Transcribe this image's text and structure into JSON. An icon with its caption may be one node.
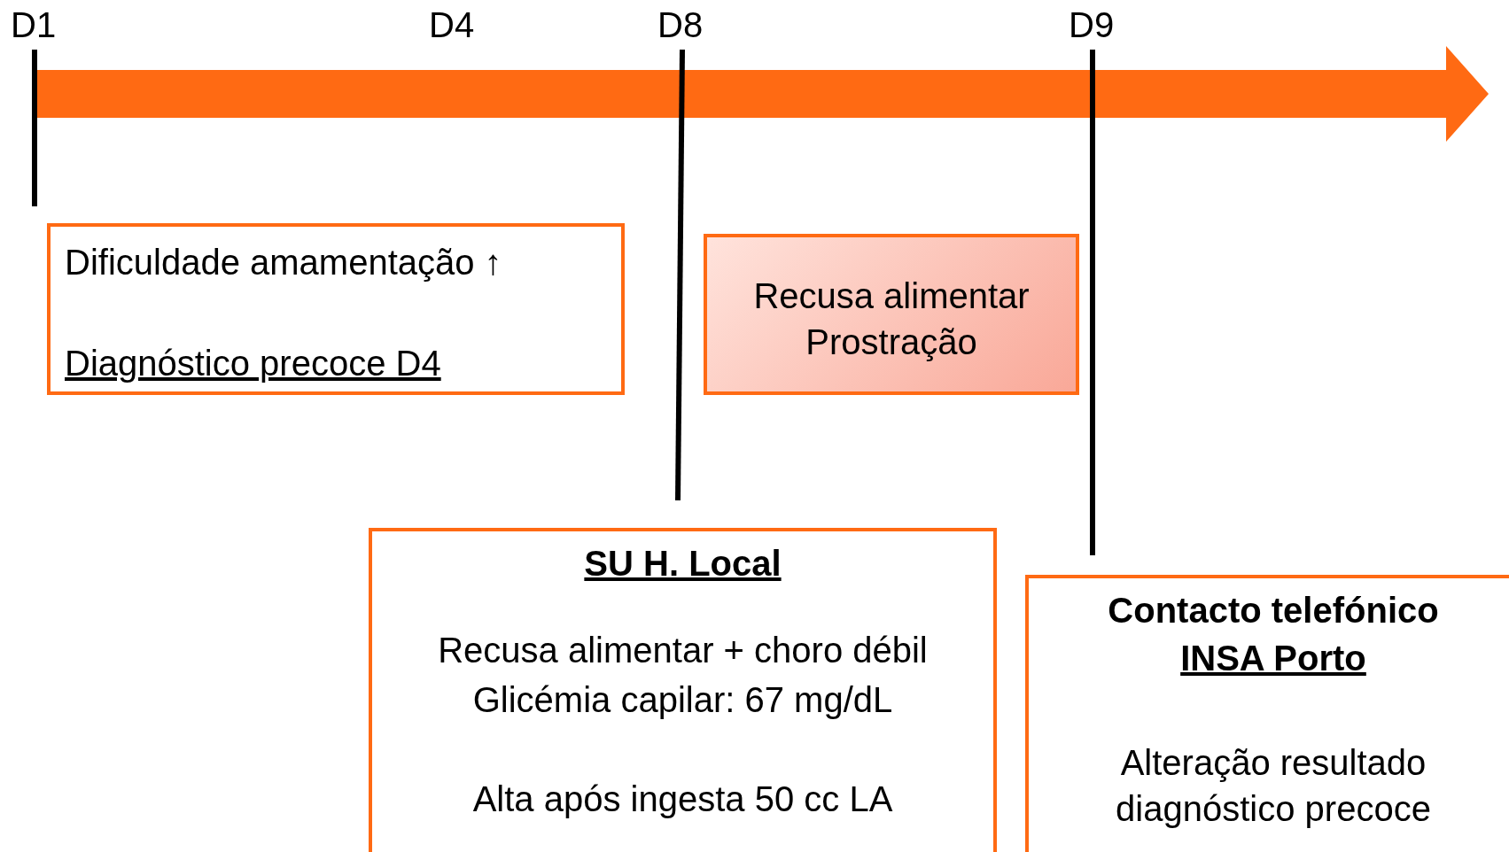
{
  "diagram": {
    "nodes": [
      {
        "text": [
          "D1"
        ]
      },
      {
        "text": [
          "D8"
        ]
      },
      {
        "text": [
          "D9"
        ]
      },
      {
        "text": [
          "Dificuldade amamentação ↑",
          "Diagnóstico precoce D4"
        ]
      },
      {
        "text": [
          "Recusa alimentar Prostração"
        ]
      },
      {
        "text": [
          "SU H. Local",
          "Recusa alimentar + choro débil",
          "Glicémia capilar: 67 mg/dL",
          "Alta após ingesta 50 cc LA"
        ]
      },
      {
        "text": [
          "Contacto telefónico",
          "INSA Porto",
          "Alteração resultado diagnóstico precoce"
        ]
      }
    ],
    "edges": [
      {
        "from": 0,
        "to": 3,
        "arrow": "none"
      },
      {
        "from": 1,
        "to": 5,
        "arrow": "none"
      },
      {
        "from": 2,
        "to": 6,
        "arrow": "none"
      }
    ],
    "labels": [
      "D4"
    ]
  }
}
